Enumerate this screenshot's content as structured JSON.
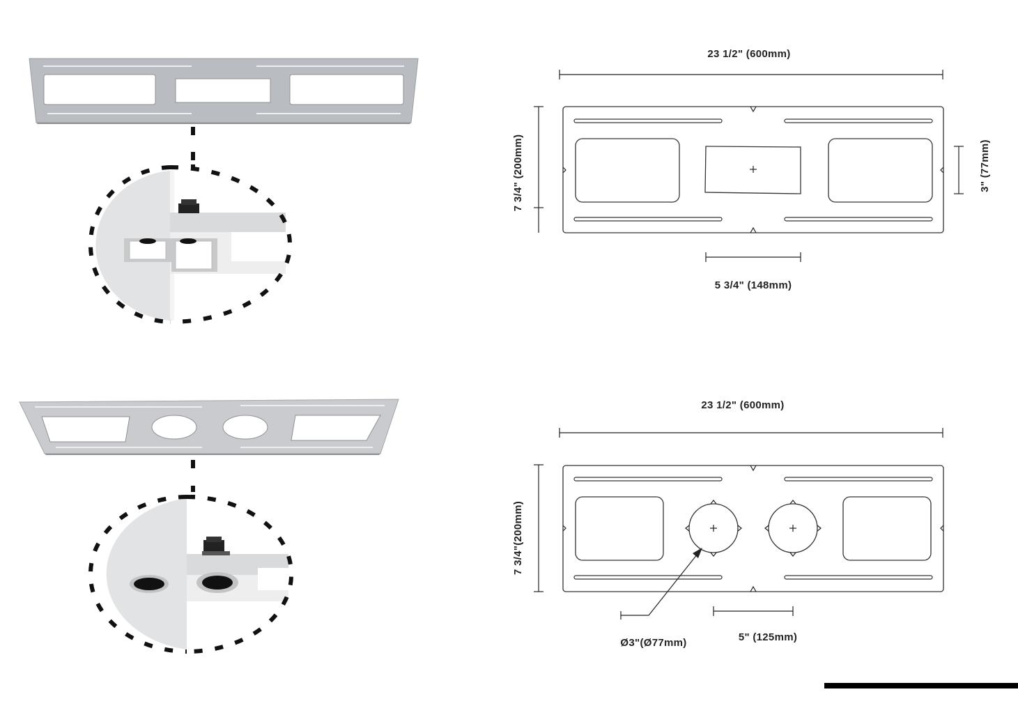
{
  "top_drawing": {
    "width_label": "23  1/2\" (600mm)",
    "height_label": "7  3/4\" (200mm)",
    "cutout_height_label": "3\" (77mm)",
    "cutout_width_label": "5  3/4\" (148mm)"
  },
  "bottom_drawing": {
    "width_label": "23  1/2\" (600mm)",
    "height_label": "7 3/4\"(200mm)",
    "diameter_label": "Ø3\"(Ø77mm)",
    "spacing_label": "5\" (125mm)"
  },
  "icons": {
    "top_plate": "rectangular-cutout-mounting-plate",
    "bottom_plate": "round-cutout-mounting-plate",
    "top_detail": "square-downlight-installed-detail",
    "bottom_detail": "round-downlight-installed-detail"
  },
  "colors": {
    "plate": "#b9bcc0",
    "line": "#222222"
  }
}
